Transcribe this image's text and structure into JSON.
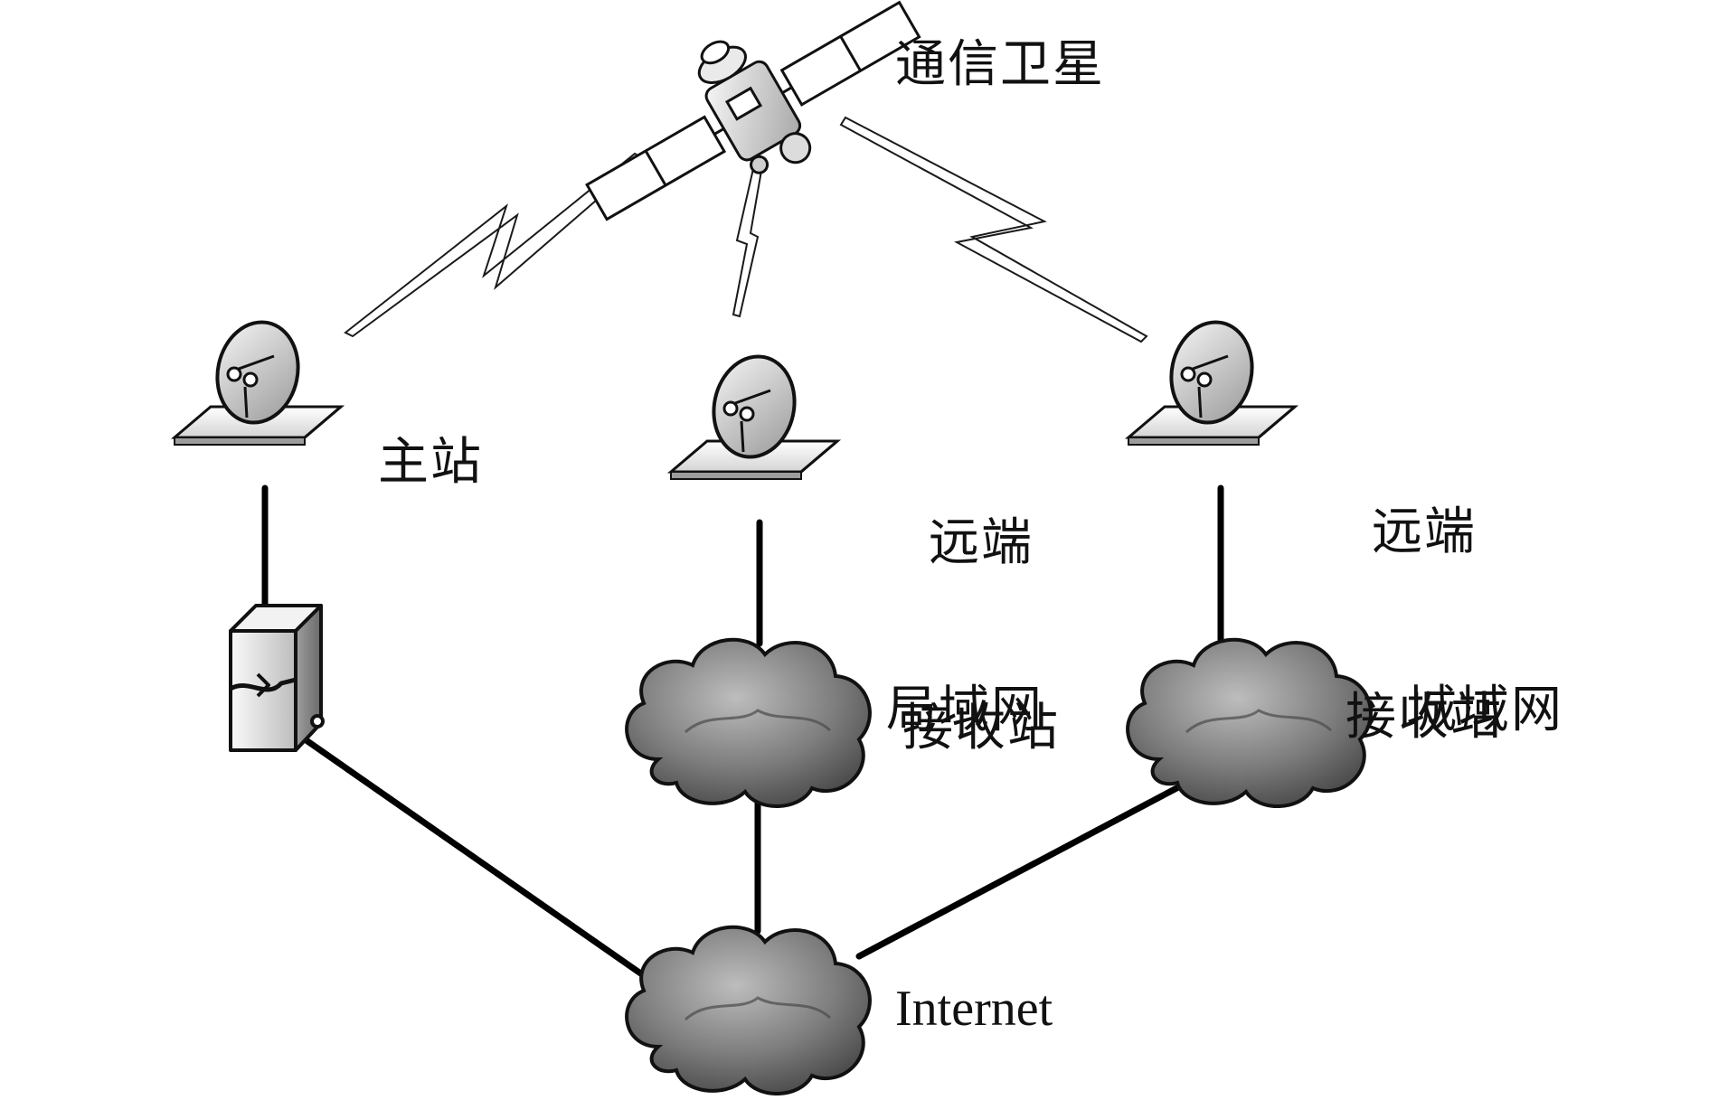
{
  "labels": {
    "satellite": "通信卫星",
    "master_station": "主站",
    "remote_station_1_line1": "远端",
    "remote_station_1_line2": "接收站",
    "remote_station_2_line1": "远端",
    "remote_station_2_line2": "接收站",
    "lan": "局域网",
    "man": "城域网",
    "internet": "Internet"
  },
  "icons": {
    "satellite": "satellite-icon",
    "dish": "satellite-dish-icon",
    "server": "server-icon",
    "cloud": "network-cloud-icon",
    "wireless_link": "lightning-link-icon"
  }
}
